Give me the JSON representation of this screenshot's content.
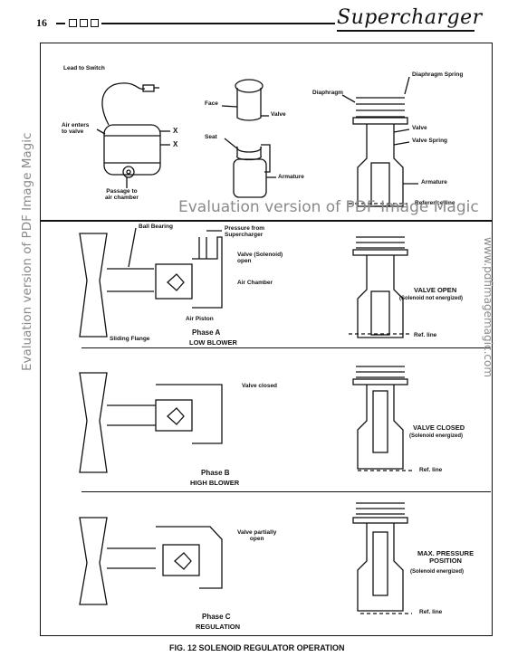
{
  "header": {
    "page_number": "16",
    "title": "Supercharger"
  },
  "watermarks": {
    "center": "Evaluation version of PDF Image Magic",
    "left_vertical": "Evaluation version of PDF Image Magic",
    "right_vertical": "www.pdfimagemagic.com"
  },
  "top_panel": {
    "lead_to_switch": "Lead to Switch",
    "air_enters": "Air enters\nto valve",
    "x_mark": "X",
    "passage": "Passage to\nair chamber",
    "face": "Face",
    "valve": "Valve",
    "seat": "Seat",
    "armature_mid": "Armature",
    "diaphragm_spring": "Diaphragm Spring",
    "diaphragm": "Diaphragm",
    "valve_right": "Valve",
    "valve_spring": "Valve Spring",
    "armature_right": "Armature",
    "reference_line": "Reference line"
  },
  "phase_a": {
    "ball_bearing": "Ball Bearing",
    "pressure_from": "Pressure from\nSupercharger",
    "valve_open": "Valve (Solenoid)\nopen",
    "air_chamber": "Air Chamber",
    "air_piston": "Air Piston",
    "sliding_flange": "Sliding Flange",
    "phase": "Phase A",
    "blower": "LOW BLOWER",
    "status_title": "VALVE OPEN",
    "status_sub": "(Solenoid not energized)",
    "ref_line": "Ref. line"
  },
  "phase_b": {
    "valve_closed": "Valve closed",
    "phase": "Phase B",
    "blower": "HIGH BLOWER",
    "status_title": "VALVE CLOSED",
    "status_sub": "(Solenoid energized)",
    "ref_line": "Ref. line"
  },
  "phase_c": {
    "valve_partially": "Valve partially\nopen",
    "phase": "Phase C",
    "blower": "REGULATION",
    "status_title": "MAX. PRESSURE\nPOSITION",
    "status_sub": "(Solenoid energized)",
    "ref_line": "Ref. line"
  },
  "caption": "FIG. 12 SOLENOID REGULATOR OPERATION"
}
